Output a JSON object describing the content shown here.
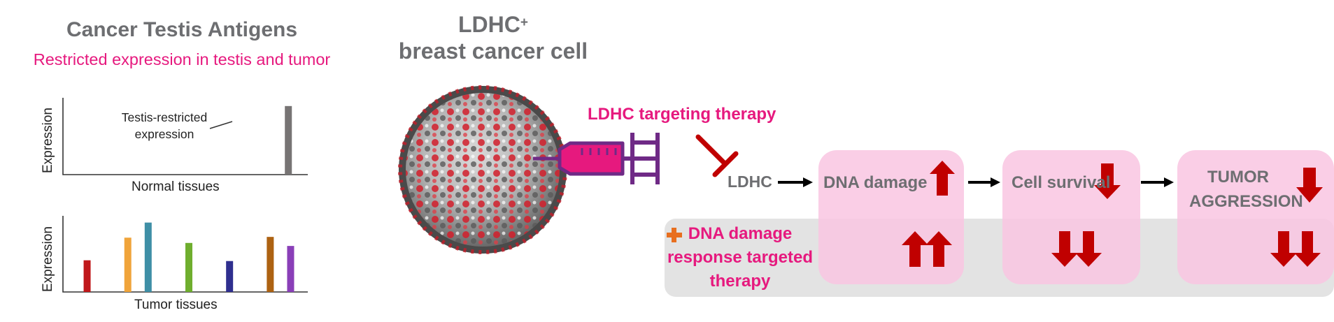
{
  "left_panel": {
    "title": "Cancer Testis Antigens",
    "subtitle": "Restricted expression in testis and tumor"
  },
  "chart_data": [
    {
      "type": "bar",
      "xlabel": "Normal tissues",
      "ylabel": "Expression",
      "annotation_line1": "Testis-restricted",
      "annotation_line2": "expression",
      "categories": [
        "",
        "",
        "",
        "",
        "",
        "",
        "",
        "",
        ""
      ],
      "values": [
        0,
        0,
        0,
        0,
        0,
        0,
        0,
        0,
        1.0
      ],
      "colors": [
        "#777474"
      ],
      "grid": false,
      "ylim": [
        0,
        1.1
      ]
    },
    {
      "type": "bar",
      "xlabel": "Tumor tissues",
      "ylabel": "Expression",
      "categories": [
        "",
        "",
        "",
        "",
        "",
        "",
        "",
        "",
        "",
        "",
        ""
      ],
      "values": [
        0.42,
        0,
        0.72,
        0.92,
        0,
        0.65,
        0,
        0.41,
        0,
        0.73,
        0.61
      ],
      "colors": [
        "#c0181b",
        "",
        "#f0a43a",
        "#3f8fa6",
        "",
        "#6fae2e",
        "",
        "#2f2f8f",
        "",
        "#ad6212",
        "#8a3fb8"
      ],
      "grid": false,
      "ylim": [
        0,
        1.0
      ]
    }
  ],
  "cell": {
    "title_main": "LDHC",
    "title_sup": "+",
    "title_line2": "breast cancer cell"
  },
  "therapy": {
    "label": "LDHC targeting therapy"
  },
  "pathway": {
    "ldhc": "LDHC",
    "dna_damage": "DNA damage",
    "cell_survival": "Cell survival",
    "tumor_line1": "TUMOR",
    "tumor_line2": "AGGRESSION"
  },
  "combination": {
    "plus": "+",
    "line1": "DNA damage",
    "line2": "response targeted",
    "line3": "therapy"
  },
  "colors": {
    "magenta": "#e6197e",
    "grey_text": "#6d6e71",
    "arrow_red": "#c00000",
    "pink_box": "#f9c6e2",
    "grey_band": "#e3e3e3",
    "syringe_purple": "#6f2a86",
    "plus_orange": "#e86f1f"
  }
}
